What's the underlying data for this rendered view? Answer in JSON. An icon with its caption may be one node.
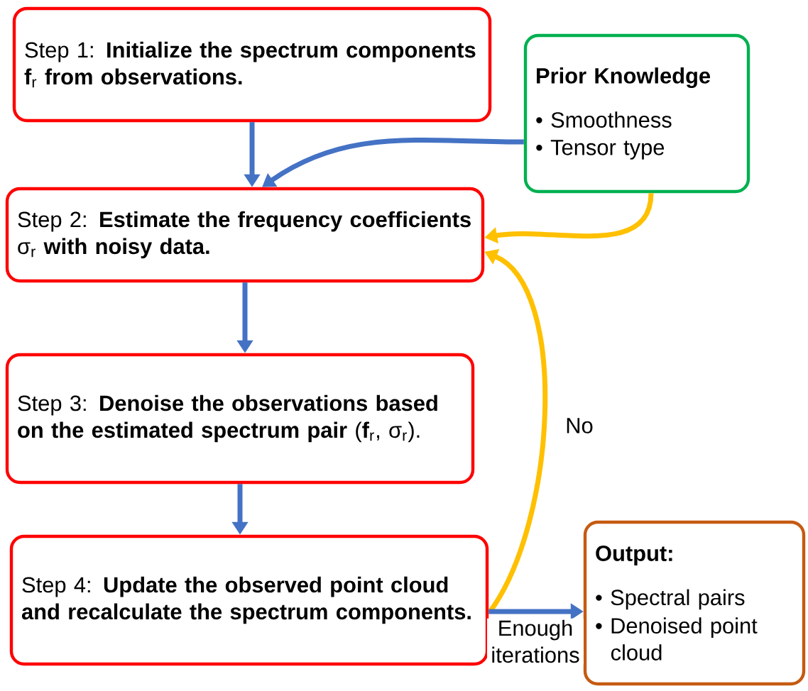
{
  "diagram": {
    "nodes": [
      {
        "text": [
          "Step 1: **Initialize the spectrum components f**$_{r}$ **from observations.**"
        ]
      },
      {
        "text": [
          "Prior Knowledge",
          "• Smoothness",
          "• Tensor type"
        ]
      },
      {
        "text": [
          "Step 2: **Estimate the frequency coefficients** σ$_{r}$ **with noisy data.**"
        ]
      },
      {
        "text": [
          "Step 3: **Denoise the observations based on the estimated spectrum pair** (**f**$_{r}$, σ$_{r}$)."
        ]
      },
      {
        "text": [
          "Step 4: **Update the observed point cloud and recalculate the spectrum components.**"
        ]
      },
      {
        "text": [
          "Output:",
          "• Spectral pairs",
          "• Denoised point cloud"
        ]
      }
    ],
    "edges": [
      {
        "from": 0,
        "to": 2,
        "arrow": "to"
      },
      {
        "from": 1,
        "to": 2,
        "arrow": "to"
      },
      {
        "from": 1,
        "to": 2,
        "arrow": "to",
        "color": "#ffc000"
      },
      {
        "from": 2,
        "to": 3,
        "arrow": "to"
      },
      {
        "from": 3,
        "to": 4,
        "arrow": "to"
      },
      {
        "from": 4,
        "to": 2,
        "arrow": "to",
        "color": "#ffc000",
        "label": "No"
      },
      {
        "from": 4,
        "to": 5,
        "arrow": "to",
        "label": "Enough iterations"
      }
    ]
  }
}
